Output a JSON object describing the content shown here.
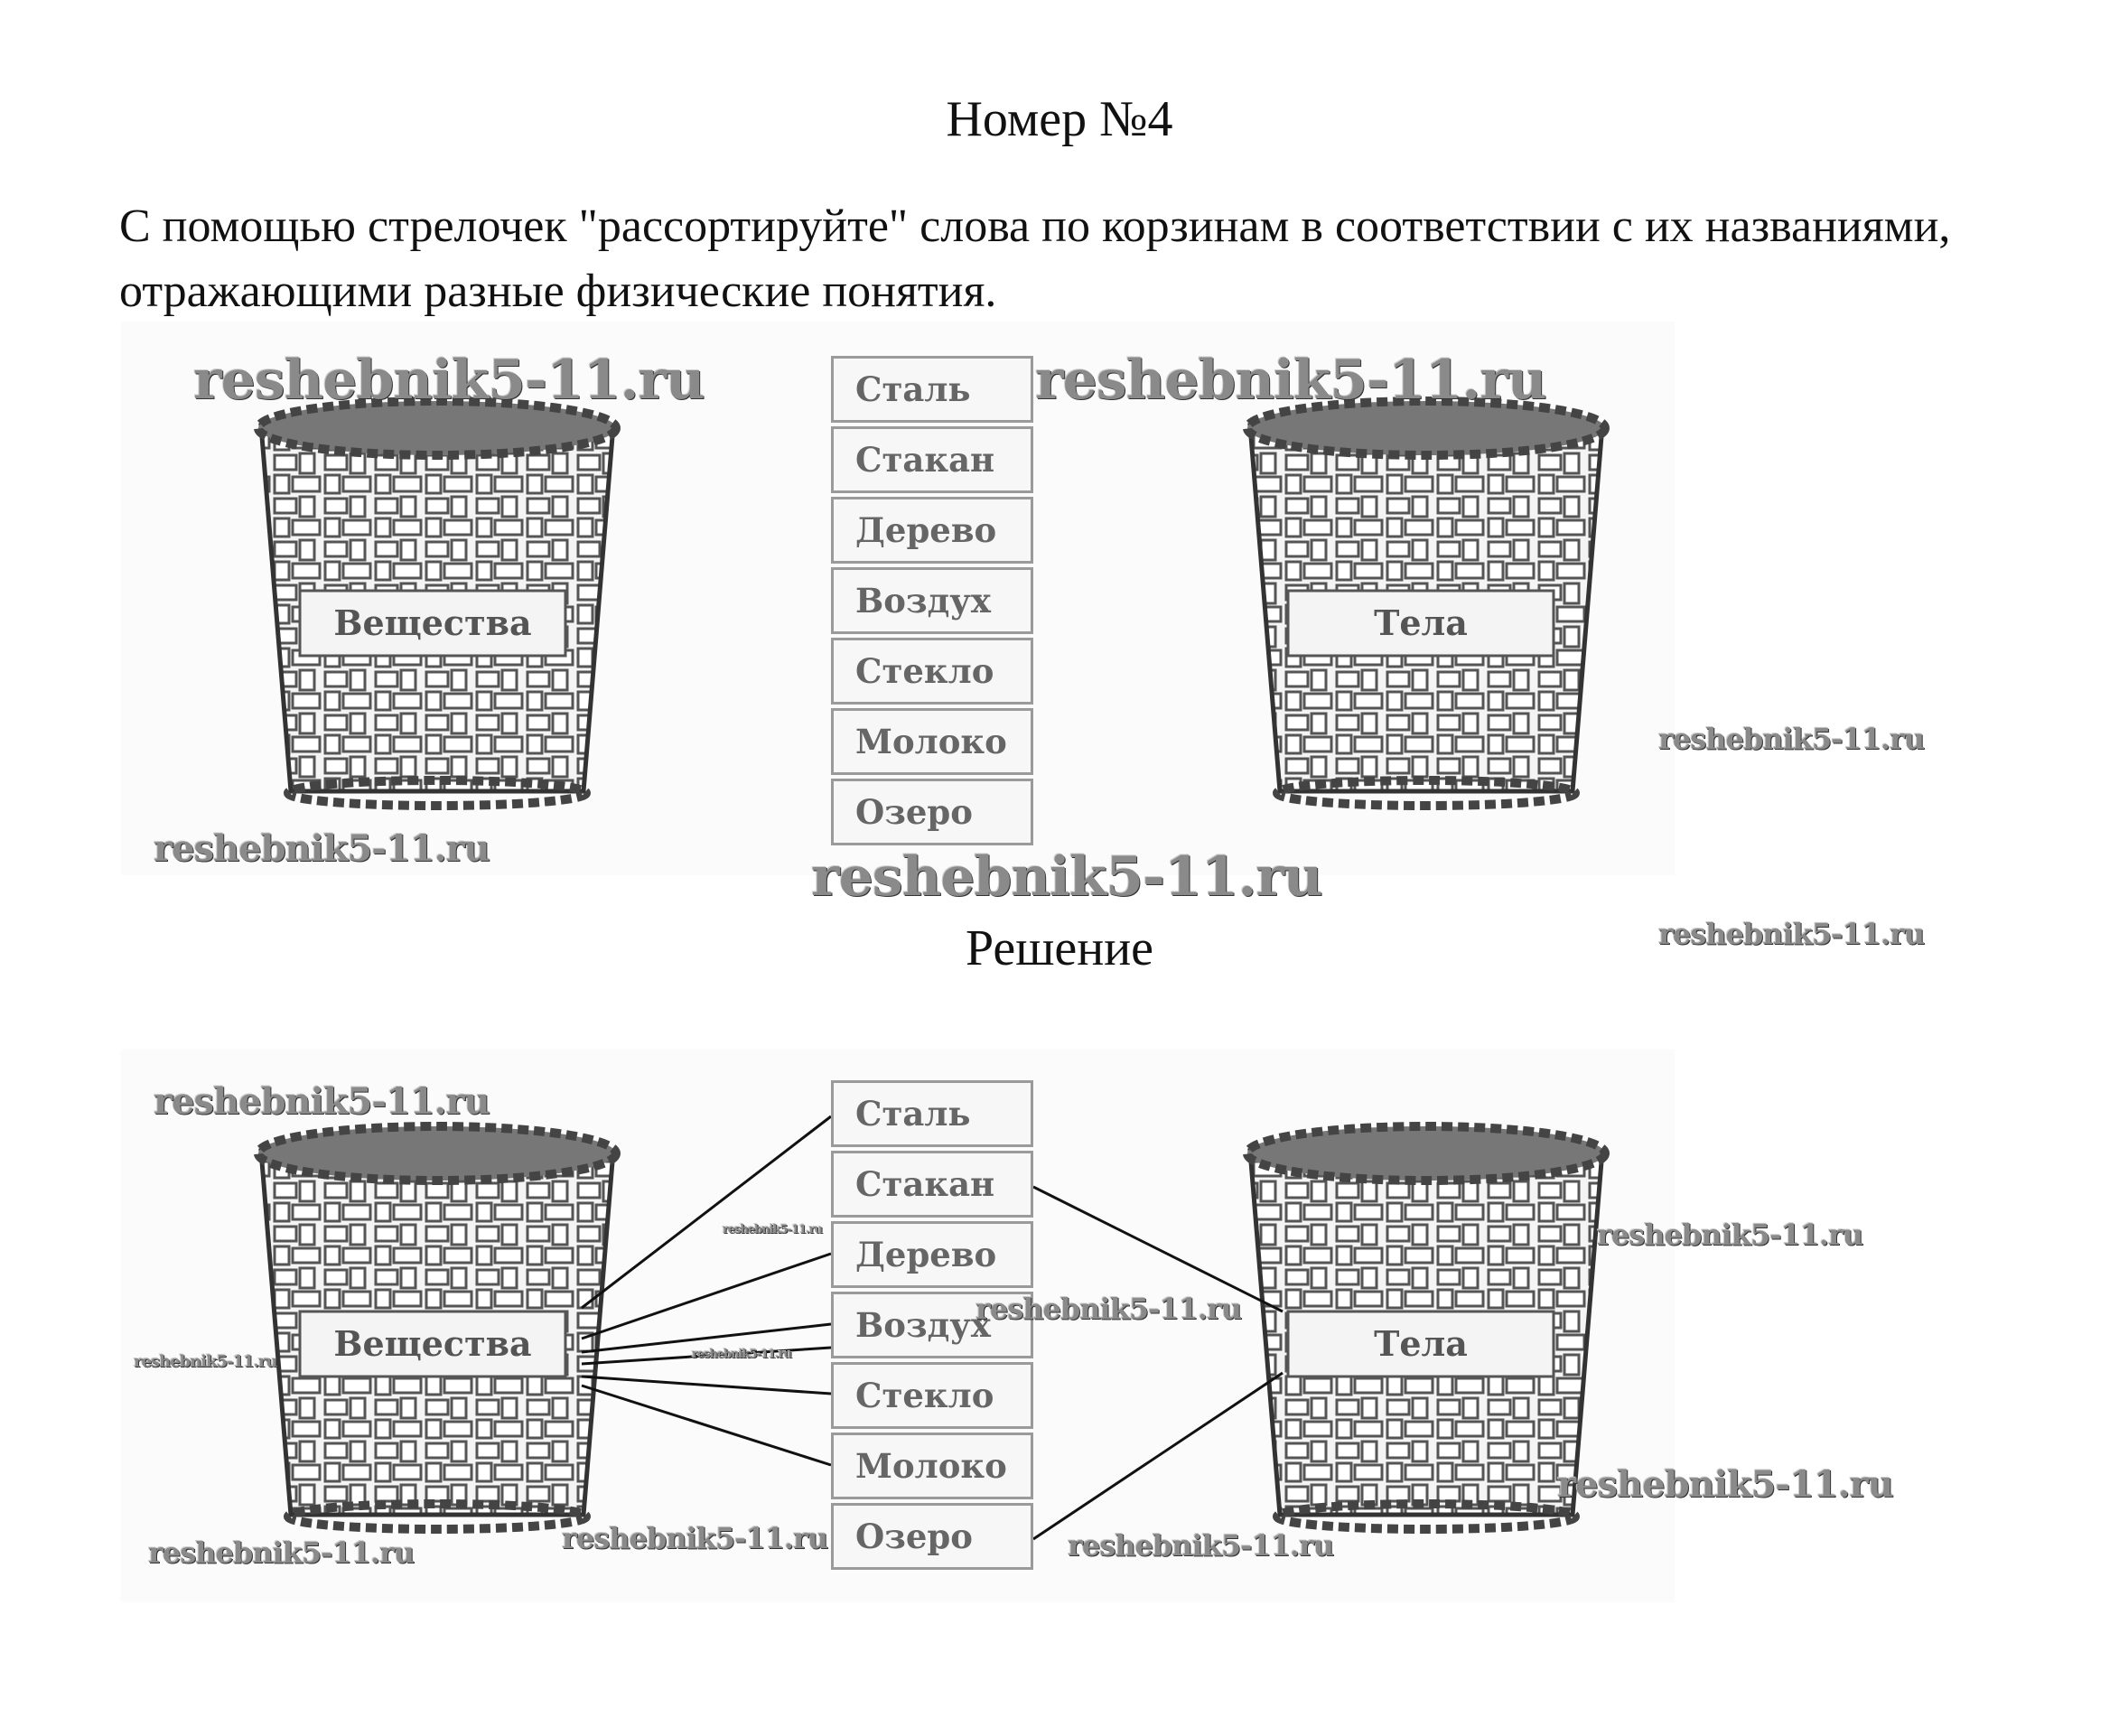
{
  "heading": "Номер №4",
  "instruction": "С помощью стрелочек \"рассортируйте\" слова по корзинам в соответствии с их названиями, отражающими разные физические понятия.",
  "solution_heading": "Решение",
  "baskets": {
    "left_label": "Вещества",
    "right_label": "Тела"
  },
  "words": [
    "Сталь",
    "Стакан",
    "Дерево",
    "Воздух",
    "Стекло",
    "Молоко",
    "Озеро"
  ],
  "watermark": "reshebnik5-11.ru"
}
